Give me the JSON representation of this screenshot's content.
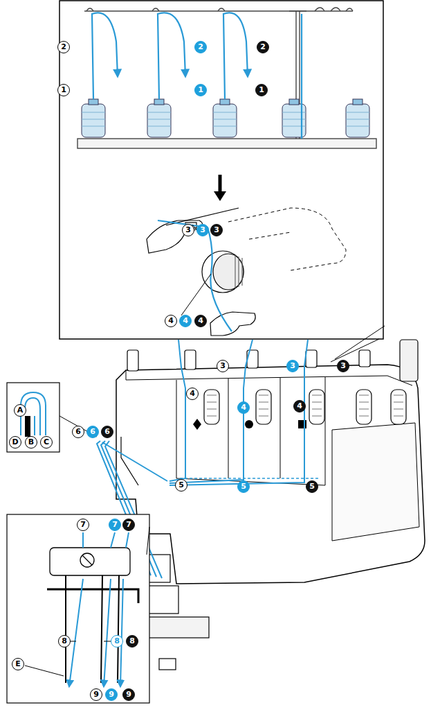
{
  "diagram": {
    "labels": [
      "2",
      "1",
      "2",
      "1",
      "2",
      "1",
      "3",
      "3",
      "3",
      "4",
      "4",
      "4",
      "A",
      "D",
      "B",
      "C",
      "3",
      "3",
      "3",
      "4",
      "4",
      "4",
      "6",
      "6",
      "6",
      "5",
      "5",
      "5",
      "7",
      "7",
      "7",
      "8",
      "8",
      "8",
      "E",
      "9",
      "9",
      "9"
    ]
  }
}
